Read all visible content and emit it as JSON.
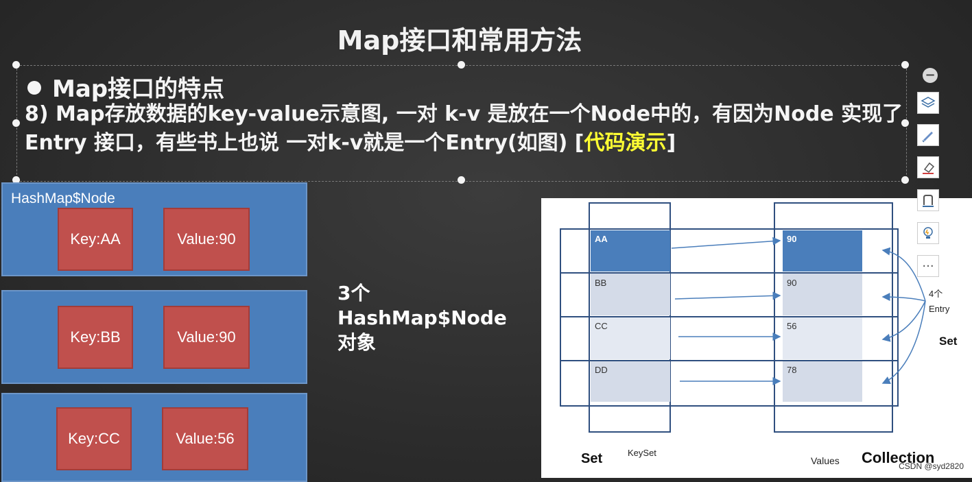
{
  "slide": {
    "title": "Map接口和常用方法",
    "bullet": "Map接口的特点",
    "paragraph_main": "8) Map存放数据的key-value示意图, 一对 k-v 是放在一个Node中的，有因为Node 实现了  Entry 接口，有些书上也说 一对k-v就是一个Entry(如图) [",
    "paragraph_highlight": "代码演示",
    "paragraph_end": "]",
    "mid_line1": "3个",
    "mid_line2": "HashMap$Node",
    "mid_line3": "对象"
  },
  "nodes": [
    {
      "label": "HashMap$Node",
      "key": "Key:AA",
      "value": "Value:90"
    },
    {
      "label": "",
      "key": "Key:BB",
      "value": "Value:90"
    },
    {
      "label": "",
      "key": "Key:CC",
      "value": "Value:56"
    }
  ],
  "diagram": {
    "keys": [
      "AA",
      "BB",
      "CC",
      "DD"
    ],
    "values": [
      "90",
      "90",
      "56",
      "78"
    ],
    "entry_label_1": "4个",
    "entry_label_2": "Entry",
    "set_right": "Set",
    "set_bottom": "Set",
    "keyset": "KeySet",
    "values_label": "Values",
    "collection": "Collection"
  },
  "toolbar": {
    "collapse_icon": "minus-circle-icon",
    "buttons": [
      "layers-icon",
      "pen-icon",
      "eraser-icon",
      "shape-icon",
      "lightbulb-icon",
      "more-icon"
    ],
    "more_label": "···"
  },
  "watermark": "CSDN @syd2820",
  "colors": {
    "background": "#2c2c2c",
    "node_blue": "#4a7ebb",
    "kv_red": "#c0504d",
    "highlight": "#ffff33",
    "diagram_selected": "#4a7ebb"
  }
}
